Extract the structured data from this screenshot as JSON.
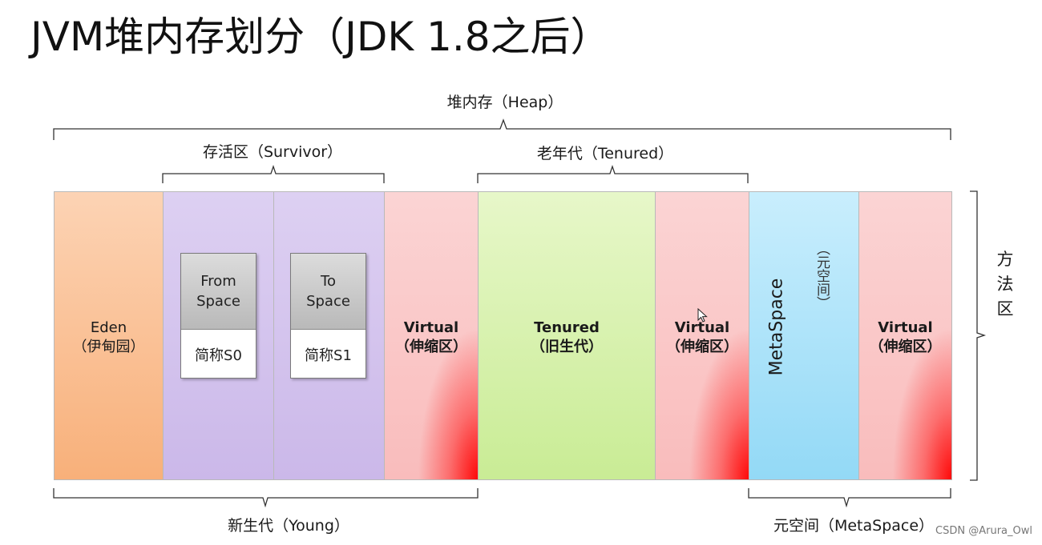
{
  "title": "JVM堆内存划分（JDK 1.8之后）",
  "labels": {
    "heap": "堆内存（Heap）",
    "survivor": "存活区（Survivor）",
    "old_gen": "老年代（Tenured）",
    "young_gen": "新生代（Young）",
    "metaspace_bottom": "元空间（MetaSpace）",
    "method_area": [
      "方",
      "法",
      "区"
    ]
  },
  "regions": {
    "eden": {
      "line1": "Eden",
      "line2": "（伊甸园）"
    },
    "from_space": {
      "line1": "From",
      "line2": "Space",
      "short": "简称S0"
    },
    "to_space": {
      "line1": "To",
      "line2": "Space",
      "short": "简称S1"
    },
    "virtual1": {
      "line1": "Virtual",
      "line2": "（伸缩区）"
    },
    "tenured": {
      "line1": "Tenured",
      "line2": "（旧生代）"
    },
    "virtual2": {
      "line1": "Virtual",
      "line2": "（伸缩区）"
    },
    "metaspace": {
      "name": "MetaSpace",
      "note": "（元空间）"
    },
    "virtual3": {
      "line1": "Virtual",
      "line2": "（伸缩区）"
    }
  },
  "watermark": "CSDN @Arura_Owl",
  "colors": {
    "eden": "#f8b07a",
    "survivor": "#cbb8e9",
    "virtual": "#ff0000",
    "tenured": "#c9ec95",
    "metaspace": "#93d9f6"
  }
}
